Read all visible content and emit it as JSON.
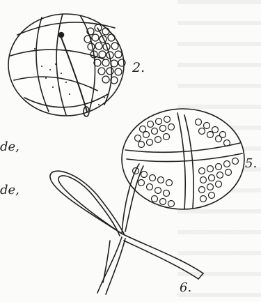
{
  "figure_labels": {
    "fig2": "2.",
    "fig5": "5.",
    "fig6": "6."
  },
  "text_fragments": {
    "line1": "de,",
    "line2": "de,"
  },
  "colors": {
    "ink": "#1f1f1f",
    "paper": "#fbfbf9"
  }
}
